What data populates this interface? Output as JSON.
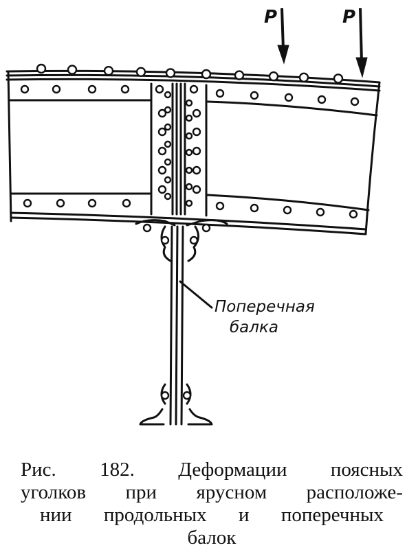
{
  "loads": [
    {
      "label": "P"
    },
    {
      "label": "P"
    }
  ],
  "callout": {
    "line1": "Поперечная",
    "line2": "балка"
  },
  "caption": {
    "line1": [
      "Рис.",
      "182.",
      "Деформации",
      "поясных"
    ],
    "line2": [
      "уголков",
      "при",
      "ярусном",
      "расположе-"
    ],
    "line3": [
      "нии",
      "продольных",
      "и",
      "поперечных"
    ],
    "line4": "балок"
  },
  "colors": {
    "ink": "#111111",
    "paper": "#ffffff"
  }
}
